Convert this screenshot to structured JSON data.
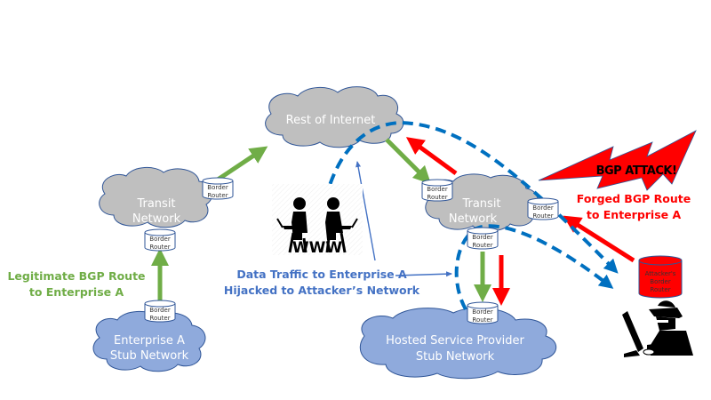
{
  "title": "BGP Hijack Attack Diagram",
  "colors": {
    "cloud_gray": "#bfbfbf",
    "cloud_blue": "#8faadc",
    "cloud_stroke": "#2f5597",
    "legit_green": "#70ad47",
    "attack_red": "#ff0000",
    "traffic_blue": "#0070c0",
    "callout_blue": "#4472c4"
  },
  "clouds": {
    "rest_of_internet": "Rest of Internet",
    "transit_left": [
      "Transit",
      "Network"
    ],
    "transit_right": [
      "Transit",
      "Network"
    ],
    "enterprise_a": [
      "Enterprise A",
      "Stub Network"
    ],
    "hosted_provider": [
      "Hosted Service Provider",
      "Stub Network"
    ]
  },
  "router": {
    "line1": "Border",
    "line2": "Router"
  },
  "attacker_router": [
    "Attacker's",
    "Border",
    "Router"
  ],
  "captions": {
    "legitimate": [
      "Legitimate BGP Route",
      "to Enterprise A"
    ],
    "hijacked": [
      "Data Traffic to Enterprise A",
      "Hijacked to Attacker’s Network"
    ],
    "forged": [
      "Forged BGP Route",
      "to Enterprise A"
    ]
  },
  "attack_banner": "BGP ATTACK!",
  "www_label": "WWW",
  "icons": {
    "www_users": "people-with-laptops-www-icon",
    "attacker": "hacker-at-computer-icon"
  }
}
